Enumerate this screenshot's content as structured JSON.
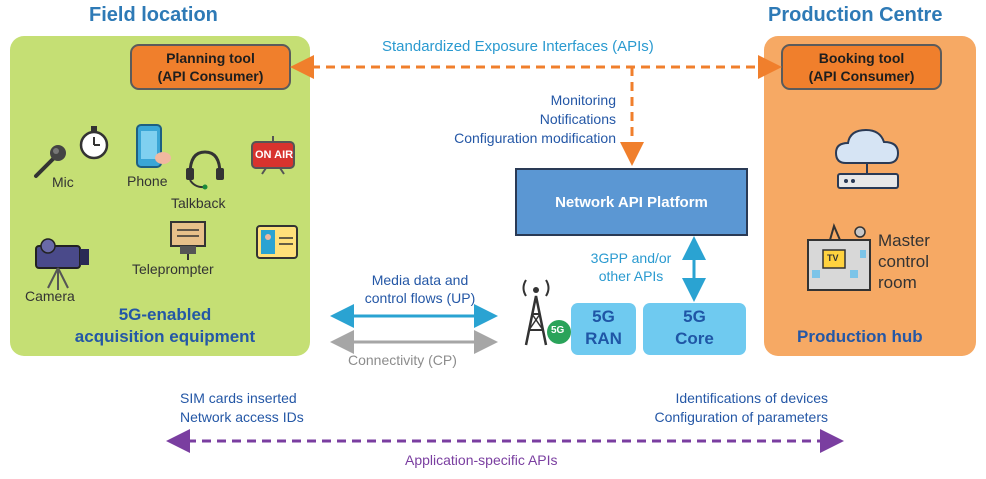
{
  "headings": {
    "field_location": "Field location",
    "production_centre": "Production Centre"
  },
  "planning_tool": {
    "line1": "Planning tool",
    "line2": "(API Consumer)"
  },
  "booking_tool": {
    "line1": "Booking tool",
    "line2": "(API Consumer)"
  },
  "exposure_interfaces": "Standardized Exposure Interfaces (APIs)",
  "platform_functions": [
    "Monitoring",
    "Notifications",
    "Configuration modification"
  ],
  "network_api_platform": "Network API Platform",
  "southbound_apis": {
    "line1": "3GPP and/or",
    "line2": "other APIs"
  },
  "ran": {
    "line1": "5G",
    "line2": "RAN"
  },
  "core": {
    "line1": "5G",
    "line2": "Core"
  },
  "tower_badge": "5G",
  "equipment": {
    "mic": "Mic",
    "phone": "Phone",
    "talkback": "Talkback",
    "on_air": "ON AIR",
    "camera": "Camera",
    "teleprompter": "Teleprompter",
    "caption_line1": "5G-enabled",
    "caption_line2": "acquisition equipment"
  },
  "production_hub": {
    "master_control_line1": "Master",
    "master_control_line2": "control",
    "master_control_line3": "room",
    "tv_label": "TV",
    "caption": "Production hub"
  },
  "flows": {
    "media_line1": "Media data and",
    "media_line2": "control flows (UP)",
    "connectivity": "Connectivity (CP)"
  },
  "bottom": {
    "left_line1": "SIM cards inserted",
    "left_line2": "Network access IDs",
    "right_line1": "Identifications of devices",
    "right_line2": "Configuration of parameters",
    "app_apis": "Application-specific APIs"
  },
  "colors": {
    "heading_blue": "#2e7ab6",
    "field_green": "#c5df74",
    "production_orange": "#f6a964",
    "tool_orange": "#f07f2c",
    "exposure_arrow": "#f07f2c",
    "platform_blue": "#5b97d3",
    "fiveg_box": "#6fcaf0",
    "teal_arrow": "#2aa3d2",
    "gray_arrow": "#a6a6a6",
    "app_arrow_purple": "#7a3ea0"
  }
}
